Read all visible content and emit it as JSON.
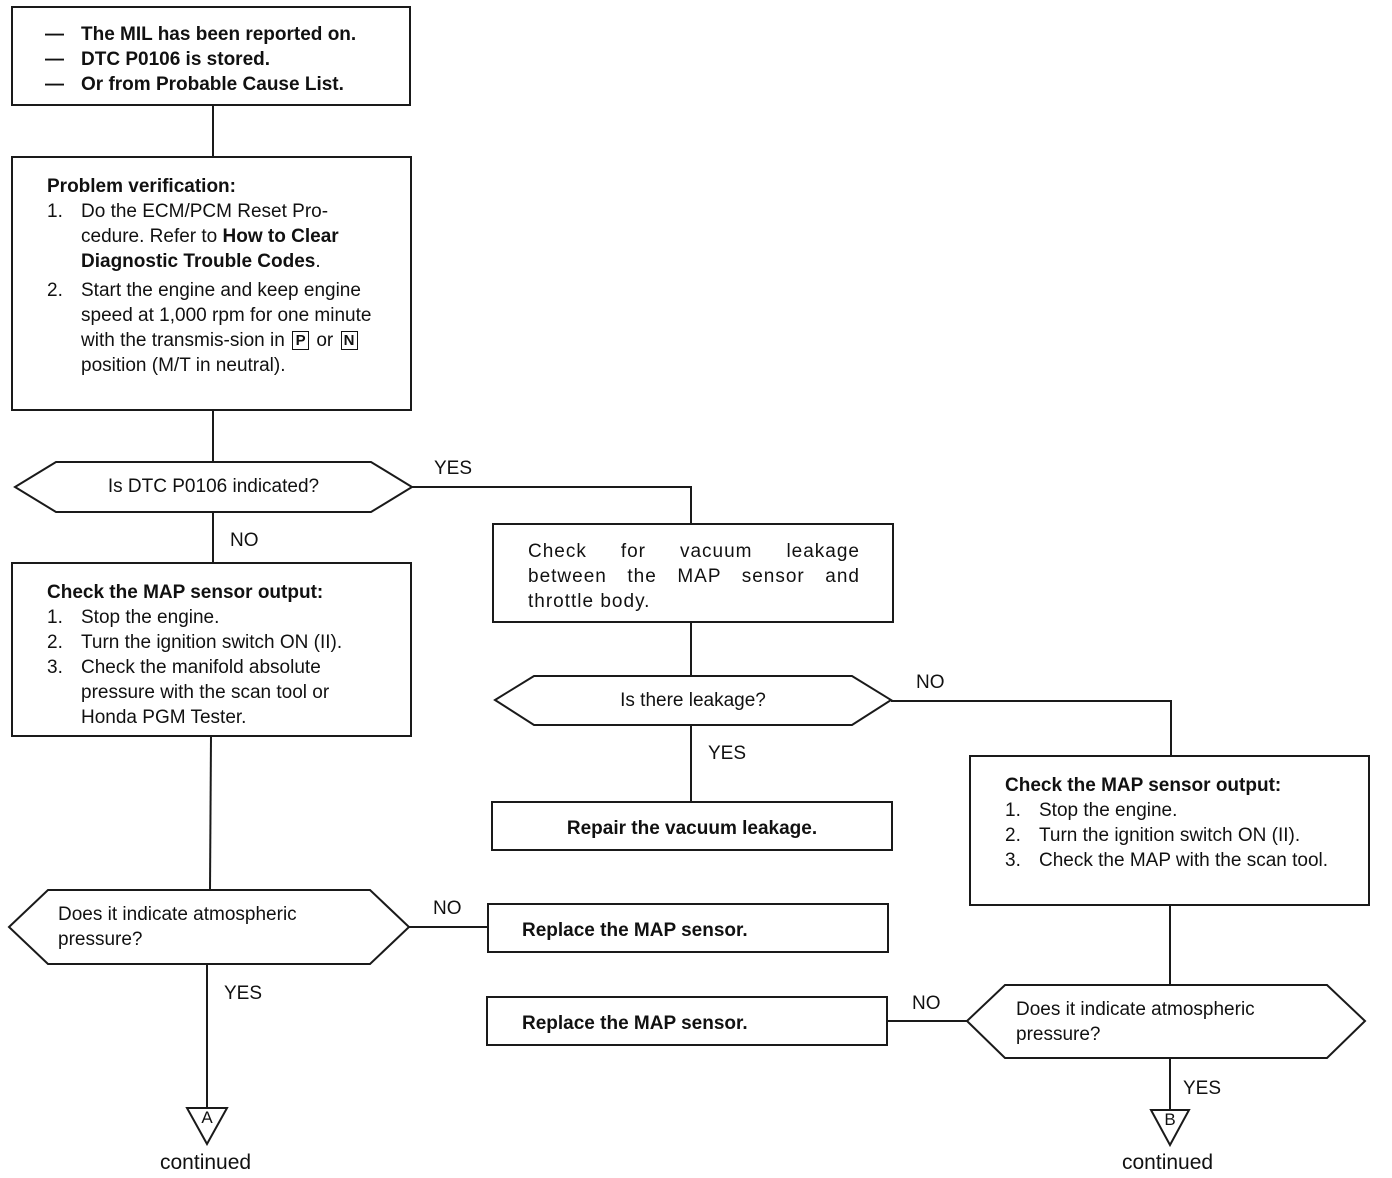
{
  "start_box": {
    "lines": [
      "The MIL has been reported on.",
      "DTC P0106 is stored.",
      "Or from Probable Cause List."
    ]
  },
  "verify_box": {
    "title": "Problem verification:",
    "step1_num": "1.",
    "step1_a": "Do the ECM/PCM Reset Pro-cedure. Refer to ",
    "step1_b": "How to Clear Diagnostic Trouble Codes",
    "step1_c": ".",
    "step2_num": "2.",
    "step2_a": "Start the engine and keep engine speed at 1,000 rpm for one minute with the transmis-sion in ",
    "key_p": "P",
    "step2_or": " or ",
    "key_n": "N",
    "step2_b": " position (M/T in neutral)."
  },
  "decision_dtc": {
    "text": "Is DTC P0106 indicated?"
  },
  "map_check_left": {
    "title": "Check the MAP sensor output:",
    "steps": [
      {
        "num": "1.",
        "text": "Stop the engine."
      },
      {
        "num": "2.",
        "text": "Turn the ignition switch ON (II)."
      },
      {
        "num": "3.",
        "text": "Check the manifold absolute pressure with the scan tool or Honda PGM Tester."
      }
    ]
  },
  "vacuum_check": {
    "text": "Check for vacuum leakage between the MAP sensor and throttle body."
  },
  "decision_leakage": {
    "text": "Is there leakage?"
  },
  "repair_box": {
    "text": "Repair the vacuum leakage."
  },
  "map_check_right": {
    "title": "Check the MAP sensor output:",
    "steps": [
      {
        "num": "1.",
        "text": "Stop the engine."
      },
      {
        "num": "2.",
        "text": "Turn the ignition switch ON (II)."
      },
      {
        "num": "3.",
        "text": "Check the MAP with the scan tool."
      }
    ]
  },
  "decision_atm_left": {
    "text": "Does it indicate atmospheric pressure?"
  },
  "decision_atm_right": {
    "text": "Does it indicate atmospheric pressure?"
  },
  "replace_left": {
    "text": "Replace the MAP sensor."
  },
  "replace_right": {
    "text": "Replace the MAP sensor."
  },
  "labels": {
    "yes_dtc": "YES",
    "no_dtc": "NO",
    "no_leak": "NO",
    "yes_leak": "YES",
    "no_atm_left": "NO",
    "yes_atm_left": "YES",
    "no_atm_right": "NO",
    "yes_atm_right": "YES"
  },
  "connectors": {
    "a": {
      "letter": "A",
      "caption": "continued"
    },
    "b": {
      "letter": "B",
      "caption": "continued"
    }
  },
  "colors": {
    "ink": "#1a1a1a",
    "background": "#ffffff"
  }
}
